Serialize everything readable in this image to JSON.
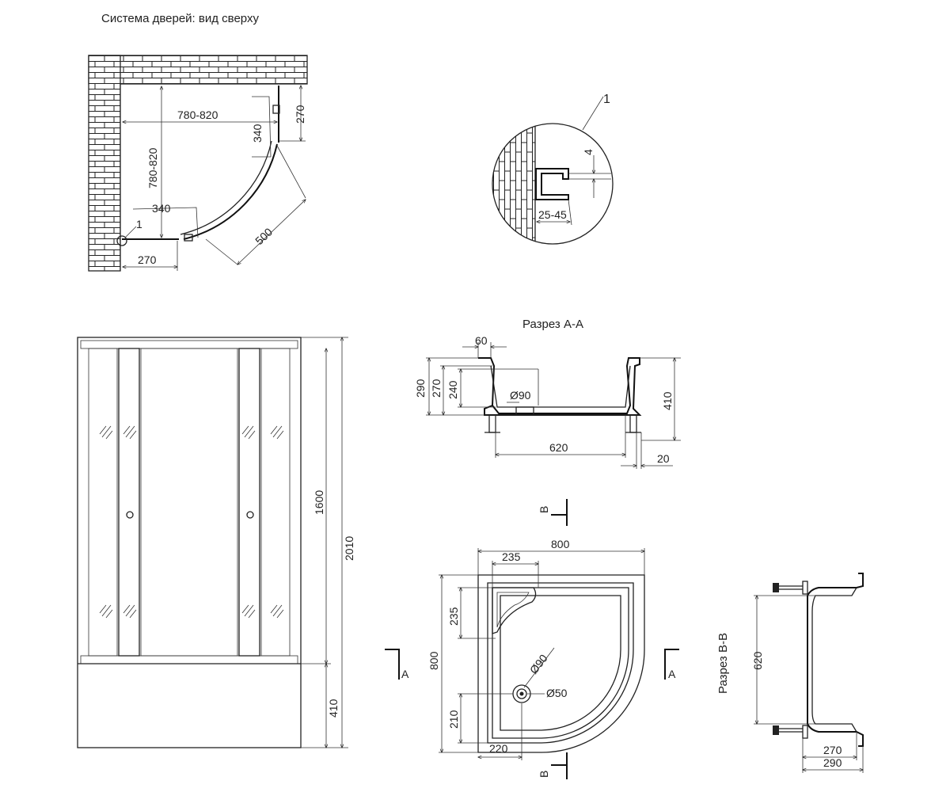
{
  "views": {
    "doors_top": {
      "title": "Система дверей: вид сверху",
      "dims": {
        "width": "780-820",
        "depth": "780-820",
        "door_arc": "340",
        "door_arc_bottom": "340",
        "side_top": "270",
        "side_bottom": "270",
        "diagonal": "500",
        "callout": "1"
      }
    },
    "detail": {
      "callout": "1",
      "dims": {
        "gap": "4",
        "profile": "25-45"
      }
    },
    "section_aa": {
      "title": "Разрез А-А",
      "dims": {
        "rim": "60",
        "h290": "290",
        "h270": "270",
        "h240": "240",
        "drain": "Ø90",
        "height": "410",
        "inner": "620",
        "foot": "20"
      }
    },
    "front": {
      "dims": {
        "glass": "1600",
        "total": "2010",
        "tray": "410"
      }
    },
    "plan": {
      "dims": {
        "width": "800",
        "seat_w": "235",
        "seat_h": "235",
        "depth": "800",
        "drain_big": "Ø90",
        "drain_small": "Ø50",
        "drain_y": "210",
        "drain_x": "220"
      },
      "marks": {
        "a_left": "A",
        "a_right": "A",
        "b_top": "B",
        "b_bottom": "B"
      }
    },
    "section_bb": {
      "title": "Разрез B-B",
      "dims": {
        "inner": "620",
        "rim1": "270",
        "rim2": "290"
      }
    }
  }
}
